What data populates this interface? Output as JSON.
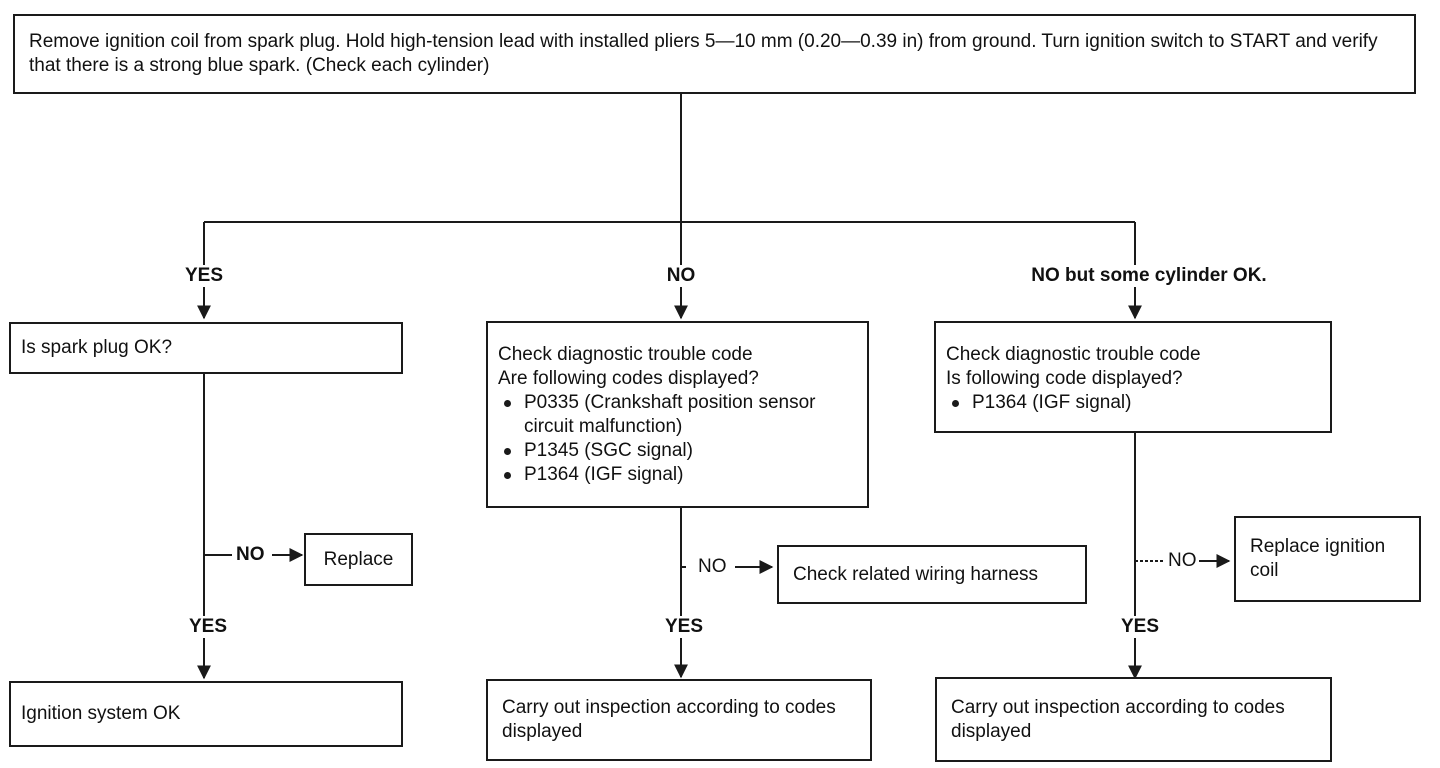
{
  "start": {
    "text": "Remove ignition coil from spark plug. Hold high-tension lead with installed pliers 5—10 mm (0.20—0.39 in) from ground. Turn ignition switch to START and verify that there is a strong blue spark. (Check each cylinder)"
  },
  "branches": {
    "yes": "YES",
    "no": "NO",
    "no_some_ok": "NO but some cylinder OK."
  },
  "left": {
    "question": "Is spark plug OK?",
    "no_label": "NO",
    "no_action": "Replace",
    "yes_label": "YES",
    "result": "Ignition system OK"
  },
  "middle": {
    "line1": "Check diagnostic trouble code",
    "line2": "Are following codes displayed?",
    "codes": [
      "P0335 (Crankshaft position sensor circuit malfunction)",
      "P1345 (SGC signal)",
      "P1364 (IGF signal)"
    ],
    "no_label": "NO",
    "no_action": "Check related wiring harness",
    "yes_label": "YES",
    "result": "Carry out inspection according to codes displayed"
  },
  "right": {
    "line1": "Check diagnostic trouble code",
    "line2": "Is following code displayed?",
    "codes": [
      "P1364 (IGF signal)"
    ],
    "no_label": "NO",
    "no_action": "Replace ignition coil",
    "yes_label": "YES",
    "result": "Carry out inspection according to codes displayed"
  }
}
